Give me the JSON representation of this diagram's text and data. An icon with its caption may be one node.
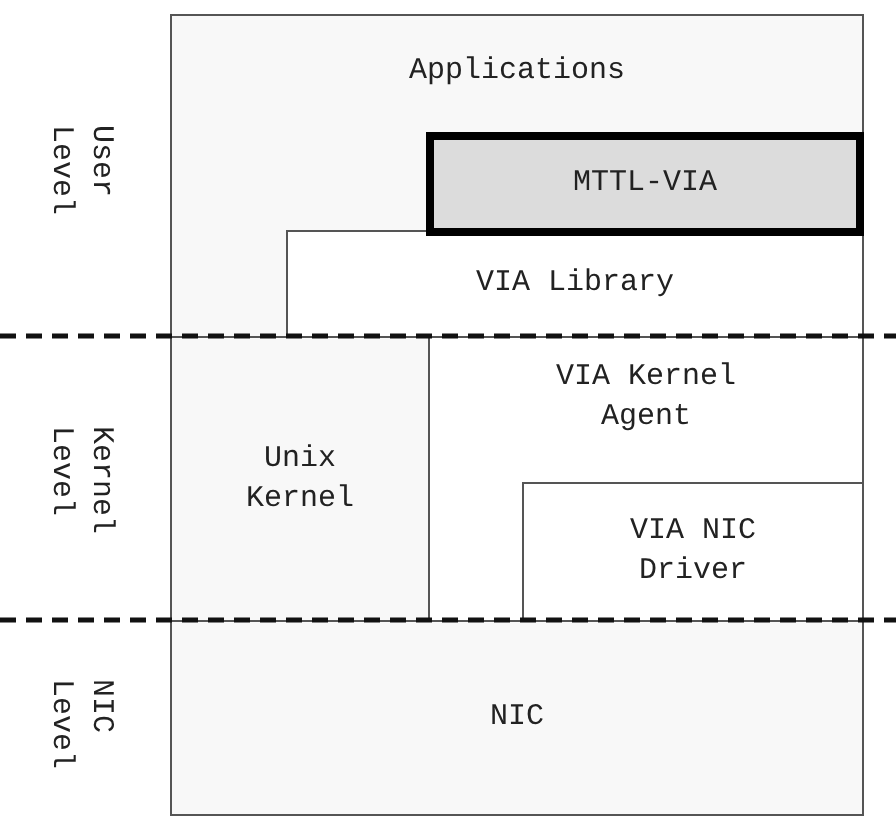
{
  "diagram": {
    "nodes": [
      {
        "text": [
          "Applications"
        ]
      },
      {
        "text": [
          "MTTL-VIA"
        ],
        "in": 0
      },
      {
        "text": [
          "VIA Library"
        ],
        "in": 0
      },
      {
        "text": [
          "Unix Kernel"
        ]
      },
      {
        "text": [
          "VIA Kernel Agent"
        ]
      },
      {
        "text": [
          "VIA NIC Driver"
        ],
        "in": 4
      },
      {
        "text": [
          "NIC"
        ]
      }
    ],
    "labels": [
      "User Level",
      "Kernel Level",
      "NIC Level"
    ]
  }
}
